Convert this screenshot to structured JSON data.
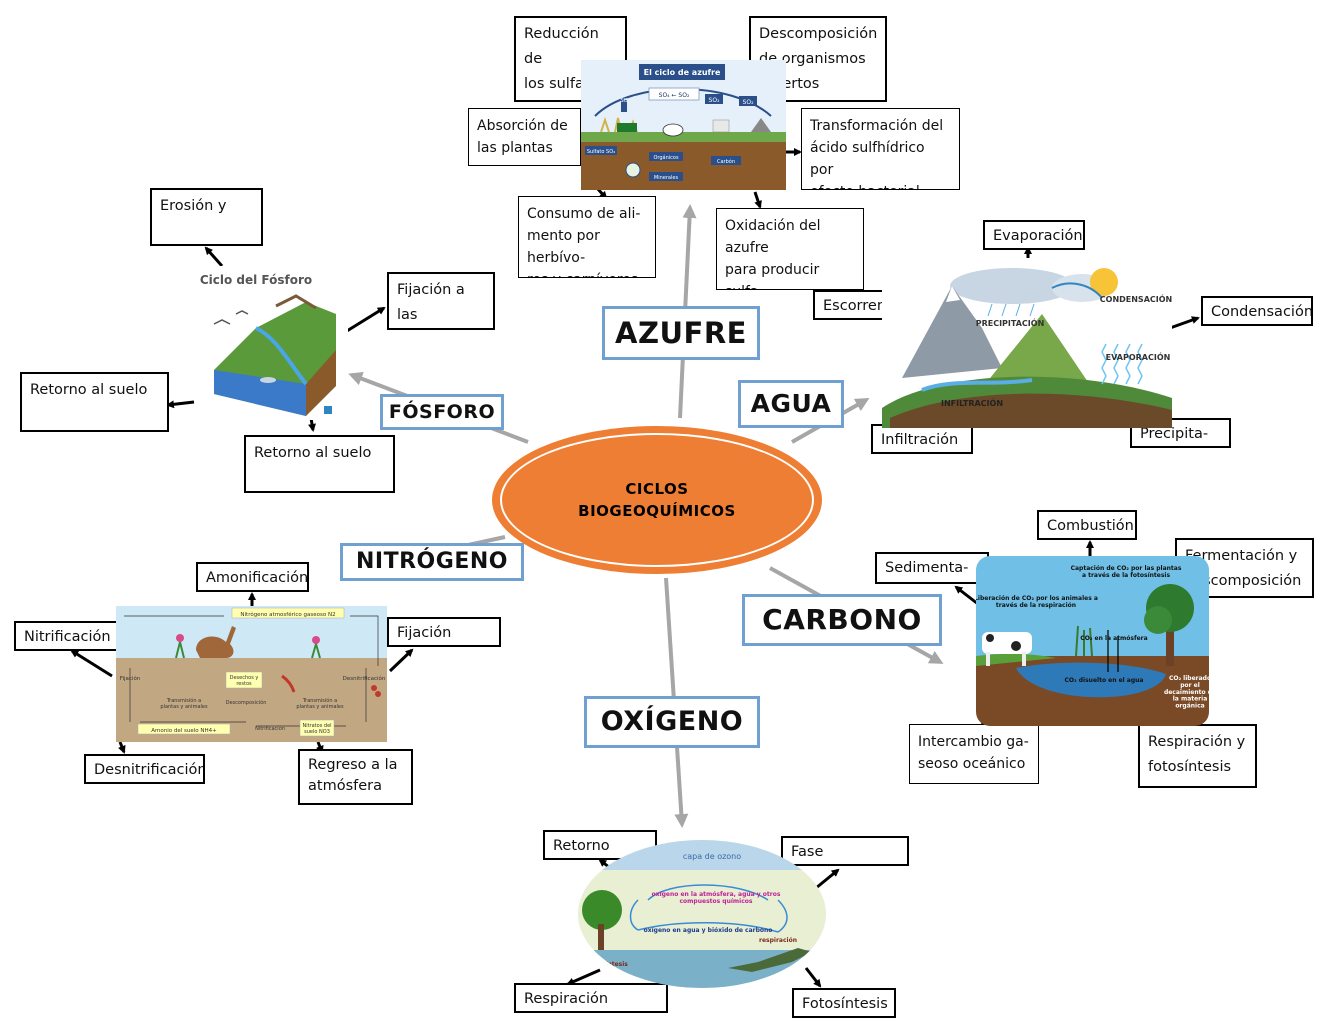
{
  "center": {
    "title": "CICLOS\nBIOGEOQUÍMICOS",
    "color": "#ee7e33"
  },
  "topics": {
    "azufre": "AZUFRE",
    "agua": "AGUA",
    "fosforo": "FÓSFORO",
    "nitrogeno": "NITRÓGENO",
    "carbono": "CARBONO",
    "oxigeno": "OXÍGENO"
  },
  "azufre": {
    "reduccion": "Reducción de\nlos sulfatos\nen sulfuros",
    "descomposicion": "Descomposición\nde organismos\nmuertos",
    "absorcion": "Absorción de\nlas plantas",
    "transformacion": "Transformación del\nácido sulfhídrico por\nefecto bacterial",
    "consumo": "Consumo de ali-\nmento por herbívo-\nros y carnívoros",
    "oxidacion": "Oxidación del azufre\npara producir sulfa-\ntos",
    "image": {
      "title": "El ciclo de azufre",
      "so": "SO",
      "so_pair": "SO₄ ← SO₂",
      "so2_a": "SO₂",
      "so2_b": "SO₂",
      "sulfato": "Sulfato SO₄",
      "organicos": "Orgánicos",
      "minerales": "Minerales",
      "carbon": "Carbón"
    }
  },
  "agua": {
    "evaporacion": "Evaporación",
    "condensacion": "Condensación",
    "escorrentia": "Escorrentía",
    "infiltracion": "Infiltración",
    "precipita": "Precipita-",
    "image": {
      "condensacion": "CONDENSACIÓN",
      "precipitacion": "PRECIPITACIÓN",
      "evaporacion": "EVAPORACIÓN",
      "infiltracion": "INFILTRACIÓN"
    }
  },
  "fosforo": {
    "erosion": "Erosión y",
    "fijacion": "Fijación a las",
    "retorno1": "Retorno al suelo",
    "retorno2": "Retorno al suelo",
    "image": {
      "title": "Ciclo del Fósforo"
    }
  },
  "nitrogeno": {
    "amonificacion": "Amonificación",
    "nitrificacion": "Nitrificación",
    "fijacion": "Fijación",
    "desnitrificacion": "Desnitrificación",
    "regreso": "Regreso a la\natmósfera",
    "image": {
      "banner": "Nitrógeno atmosférico gaseoso N2",
      "fijacion": "Fijación",
      "desnitrificacion": "Desnitrificación",
      "desechos": "Desechos y\nrestos",
      "transmision1": "Transmisión a\nplantas y animales",
      "transmision2": "Transmisión a\nplantas y animales",
      "descomposicion": "Descomposición",
      "amonio": "Amonio del suelo NH4+",
      "nitrificacion": "Nitrificación",
      "nitratos": "Nitratos del\nsuelo NO3"
    }
  },
  "carbono": {
    "combustion": "Combustión",
    "fermentacion": "Fermentación y\ndescomposición",
    "sedimenta": "Sedimenta-",
    "intercambio": "Intercambio ga-\nseoso oceánico",
    "respiracion": "Respiración y\nfotosíntesis",
    "image": {
      "captacion": "Captación de CO₂ por las plantas\na través de la fotosíntesis",
      "liberacion": "Liberación de CO₂ por los animales a\ntravés de la respiración",
      "atmosfera": "CO₂ en la atmósfera",
      "disuelto": "CO₂ disuelto en el agua",
      "liberado": "CO₂ liberado\npor el\ndecaimiento de\nla materia\norgánica"
    }
  },
  "oxigeno": {
    "retorno": "Retorno",
    "fase": "Fase atmosférica",
    "respiracion": "Respiración",
    "fotosintesis": "Fotosíntesis",
    "image": {
      "ozono": "capa de ozono",
      "atmos": "oxígeno en la atmósfera, agua y otros\ncompuestos químicos",
      "agua": "oxígeno en agua y bióxido de carbono",
      "respiracion": "respiración",
      "fotosintesis": "fotosíntesis"
    }
  }
}
